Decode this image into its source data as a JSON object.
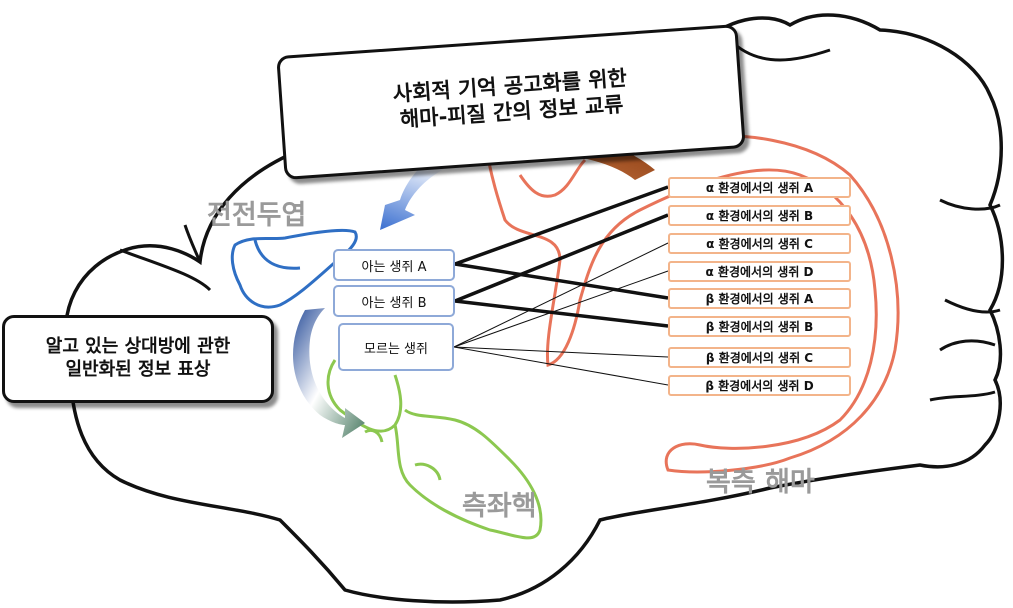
{
  "callouts": {
    "top": {
      "line1": "사회적 기억 공고화를 위한",
      "line2": "해마-피질 간의 정보 교류"
    },
    "left": {
      "line1": "알고 있는 상대방에 관한",
      "line2": "일반화된 정보 표상"
    }
  },
  "regions": {
    "prefrontal": "전전두엽",
    "accumbens": "측좌핵",
    "ventral_hippocampus": "복측 해마"
  },
  "mice": {
    "known_a": "아는 생쥐 A",
    "known_b": "아는 생쥐 B",
    "unknown": "모르는 생쥐"
  },
  "environments": [
    "α 환경에서의 생쥐 A",
    "α 환경에서의 생쥐 B",
    "α 환경에서의 생쥐 C",
    "α 환경에서의 생쥐 D",
    "β 환경에서의 생쥐 A",
    "β 환경에서의 생쥐 B",
    "β 환경에서의 생쥐 C",
    "β 환경에서의 생쥐 D"
  ],
  "colors": {
    "prefrontal_outline": "#2f6fc4",
    "accumbens_outline": "#8cc850",
    "hippocampus_outline": "#e8745a",
    "arrow_top": "#9a4a15",
    "arrow_left": "#4f7a6a"
  }
}
